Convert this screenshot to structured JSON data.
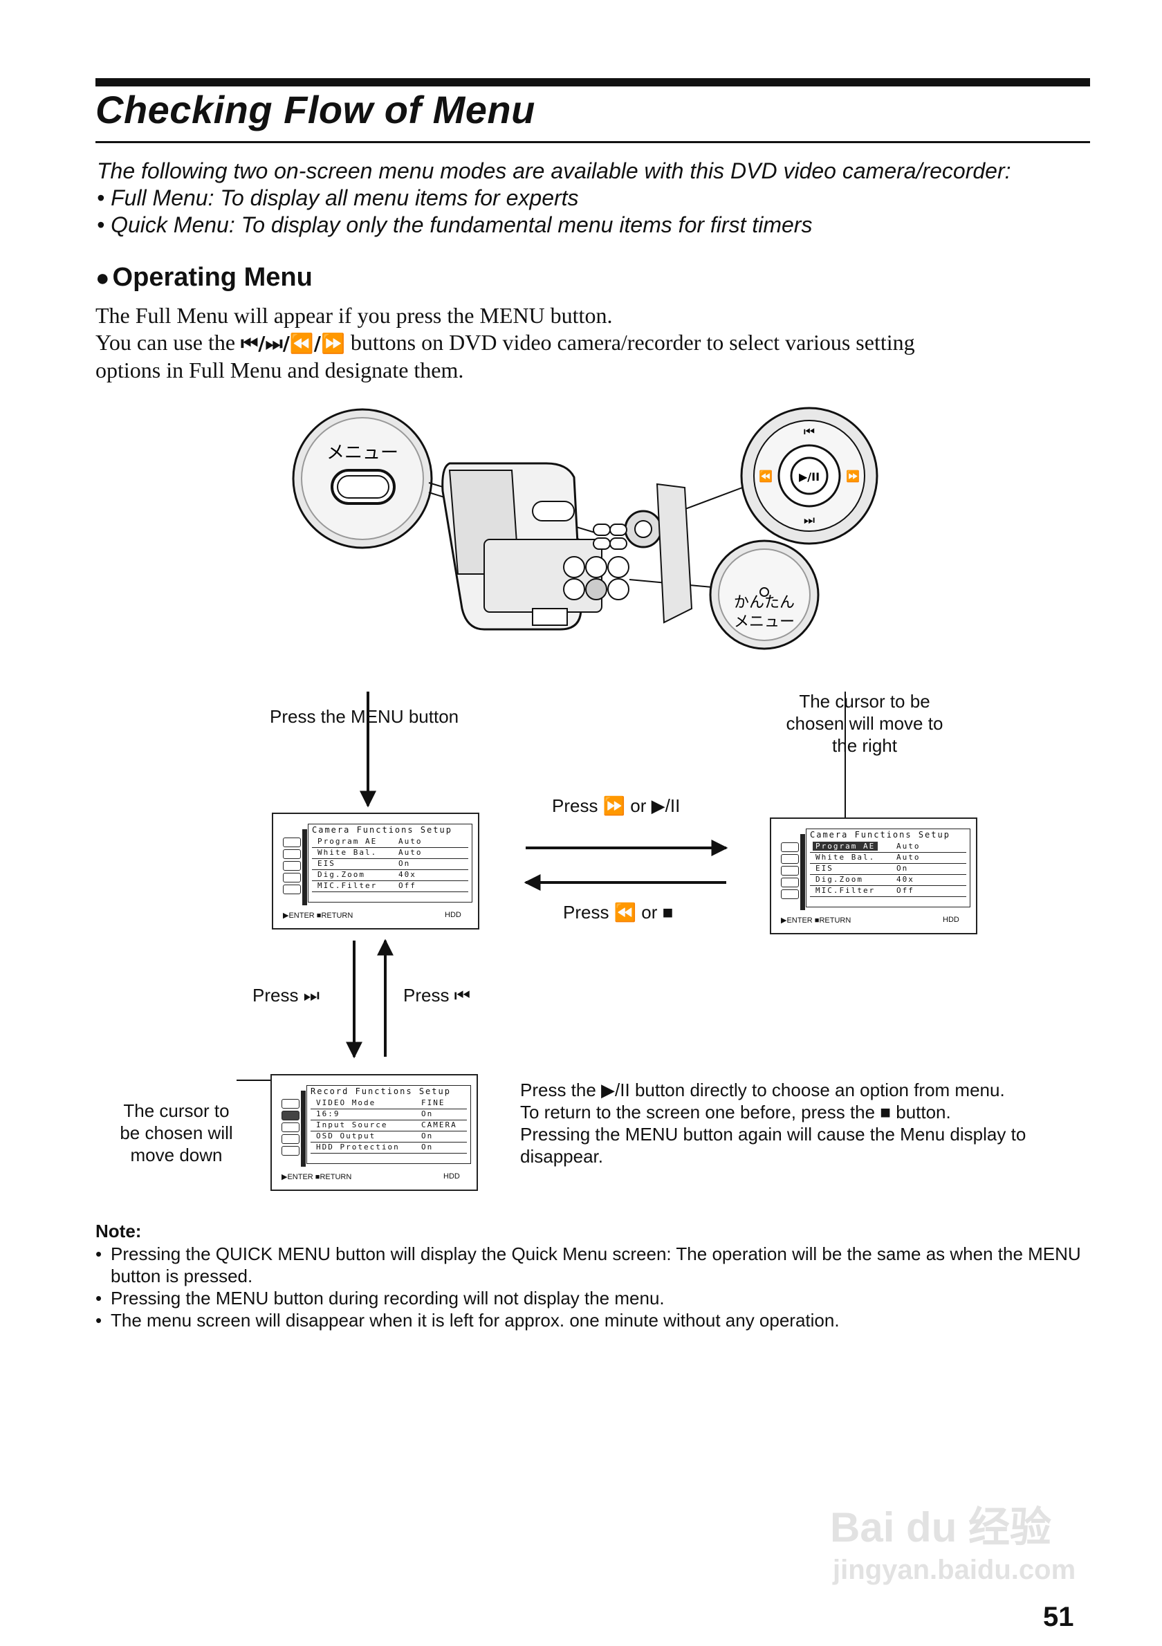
{
  "header": {
    "title": "Checking Flow of Menu"
  },
  "intro": {
    "lead": "The following two on-screen menu modes are available with this DVD video camera/recorder:",
    "bullets": [
      "•  Full Menu: To display all menu items for experts",
      "•  Quick Menu: To display only the fundamental menu items for first timers"
    ]
  },
  "section": {
    "heading": "Operating Menu",
    "para1": "The Full Menu will appear if you press the MENU button.",
    "para2_before": "You can use the ",
    "para2_glyphs": "⏮/⏭/⏪/⏩",
    "para2_after": " buttons on DVD video camera/recorder to select various setting",
    "para3": "options in Full Menu and designate them."
  },
  "illustration": {
    "menu_label": "メニュー",
    "quick_label_1": "かんたん",
    "quick_label_2": "メニュー",
    "dial_center": "▶/II"
  },
  "flow": {
    "press_menu": "Press the MENU button",
    "cursor_right": [
      "The cursor to be",
      "chosen will move to",
      "the right"
    ],
    "press_right": "Press ⏩ or ▶/II",
    "press_left": "Press ⏪ or ■",
    "press_next": "Press ⏭",
    "press_prev": "Press ⏮",
    "cursor_down": [
      "The cursor to",
      "be chosen will",
      "move down"
    ]
  },
  "screen_camera": {
    "title": "Camera Functions Setup",
    "rows": [
      {
        "label": "Program AE",
        "value": "Auto"
      },
      {
        "label": "White Bal.",
        "value": "Auto"
      },
      {
        "label": "EIS",
        "value": "On"
      },
      {
        "label": "Dig.Zoom",
        "value": "40x"
      },
      {
        "label": "MIC.Filter",
        "value": "Off"
      }
    ],
    "enter": "ENTER",
    "return": "RETURN",
    "hdd": "HDD"
  },
  "screen_record": {
    "title": "Record Functions Setup",
    "rows": [
      {
        "label": "VIDEO Mode",
        "value": "FINE"
      },
      {
        "label": "16:9",
        "value": "On"
      },
      {
        "label": "Input Source",
        "value": "CAMERA"
      },
      {
        "label": "OSD Output",
        "value": "On"
      },
      {
        "label": "HDD Protection",
        "value": "On"
      }
    ],
    "enter": "ENTER",
    "return": "RETURN",
    "hdd": "HDD"
  },
  "instructions": [
    "Press the ▶/II button directly to choose an option from menu.",
    "To return to the screen one before, press the ■ button.",
    "Pressing the MENU button again will cause the Menu display to",
    "disappear."
  ],
  "note": {
    "heading": "Note:",
    "items": [
      "Pressing the QUICK MENU button will display the Quick Menu screen: The operation will be the same as when the MENU button is pressed.",
      "Pressing the MENU button during recording will not display the menu.",
      "The menu screen will disappear when it is left for approx. one minute without any operation."
    ]
  },
  "watermark": {
    "brand": "Bai du 经验",
    "url": "jingyan.baidu.com"
  },
  "page_number": "51"
}
